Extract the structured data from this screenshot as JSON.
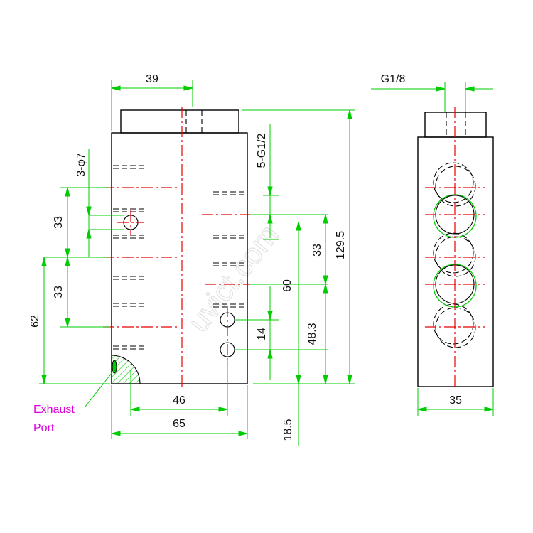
{
  "colors": {
    "dimension": "#00cc00",
    "centerline": "#e60000",
    "note": "#dd00dd",
    "outline": "#000000",
    "watermark": "#e2e2e2"
  },
  "dimensions": {
    "top_width": "39",
    "hole_callout": "3-φ7",
    "port_callout": "5-G1/2",
    "pitch_upper": "33",
    "pitch_lower": "33",
    "left_height": "62",
    "right_pitch": "33",
    "right_60": "60",
    "right_14": "14",
    "right_48_3": "48.3",
    "overall_height": "129.5",
    "bottom_inner": "46",
    "bottom_overall": "65",
    "bottom_offset": "18.5",
    "side_thread": "G1/8",
    "side_width": "35"
  },
  "notes": {
    "exhaust_line1": "Exhaust",
    "exhaust_line2": "Port"
  },
  "watermark": "uvict.com"
}
